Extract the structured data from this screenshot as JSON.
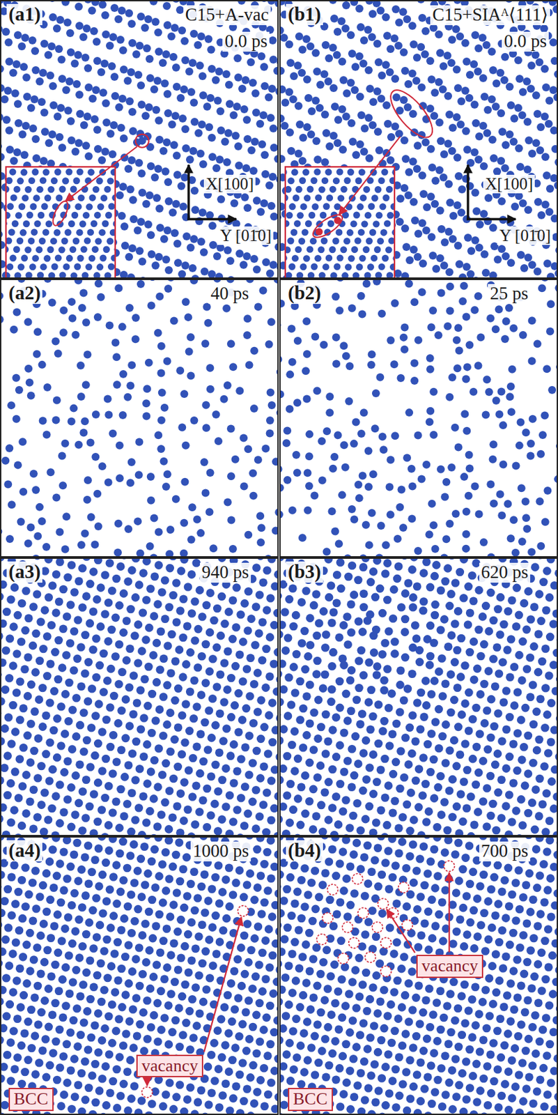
{
  "diagram": {
    "nodes": [
      {
        "text": [
          "(a1)",
          "C15+A-vac",
          "0.0 ps",
          "X[100]",
          "Y [01̄0]"
        ]
      },
      {
        "text": [
          "(b1)",
          "C15+SIAᴬ⟨111⟩",
          "0.0 ps",
          "X[100]",
          "Y [01̄0]"
        ]
      },
      {
        "text": [
          "(a2)",
          "40 ps"
        ]
      },
      {
        "text": [
          "(b2)",
          "25 ps"
        ]
      },
      {
        "text": [
          "(a3)",
          "940 ps"
        ]
      },
      {
        "text": [
          "(b3)",
          "620 ps"
        ]
      },
      {
        "text": [
          "(a4)",
          "1000 ps"
        ]
      },
      {
        "text": [
          "(b4)",
          "700 ps"
        ]
      },
      {
        "text": [
          "vacancy"
        ],
        "in": 6
      },
      {
        "text": [
          "BCC"
        ],
        "in": 6
      },
      {
        "text": [
          "vacancy"
        ],
        "in": 7
      },
      {
        "text": [
          "BCC"
        ],
        "in": 7
      }
    ]
  }
}
